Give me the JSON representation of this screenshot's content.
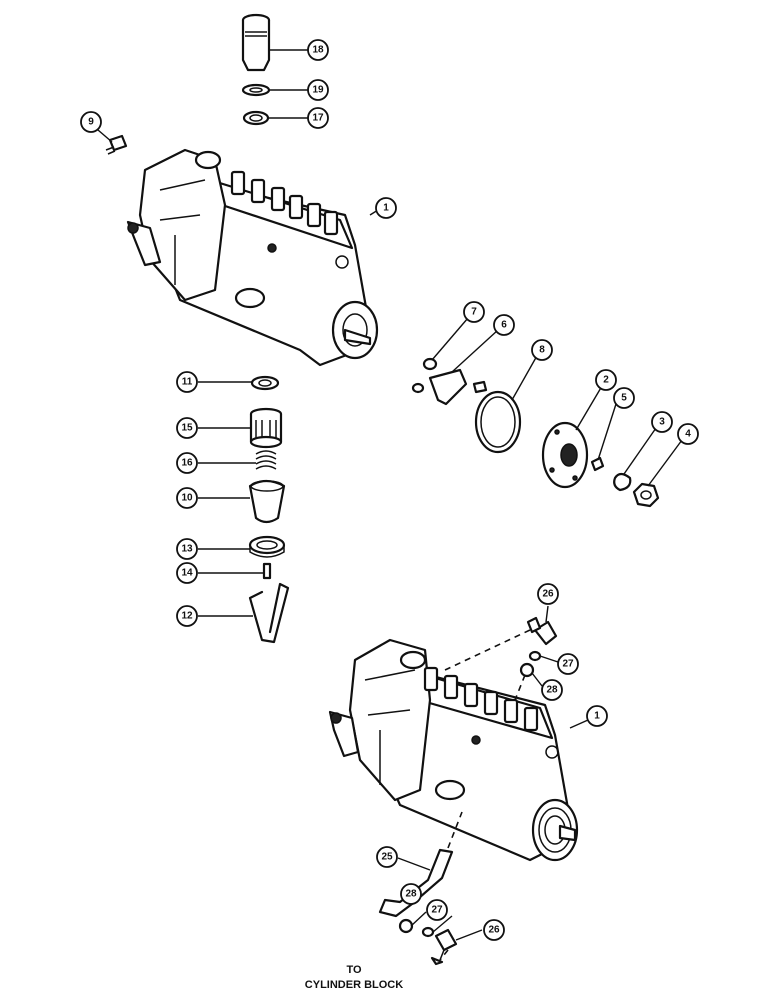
{
  "callouts": {
    "c18": "18",
    "c19": "19",
    "c17": "17",
    "c9": "9",
    "c1_top": "1",
    "c7": "7",
    "c6": "6",
    "c8": "8",
    "c2": "2",
    "c5": "5",
    "c3": "3",
    "c4": "4",
    "c11": "11",
    "c15": "15",
    "c16": "16",
    "c10": "10",
    "c13": "13",
    "c14": "14",
    "c12": "12",
    "c26_top": "26",
    "c27_top": "27",
    "c28_top": "28",
    "c1_bottom": "1",
    "c25": "25",
    "c28_bottom": "28",
    "c27_bottom": "27",
    "c26_bottom": "26"
  },
  "note": {
    "line1": "TO",
    "line2": "CYLINDER BLOCK"
  }
}
